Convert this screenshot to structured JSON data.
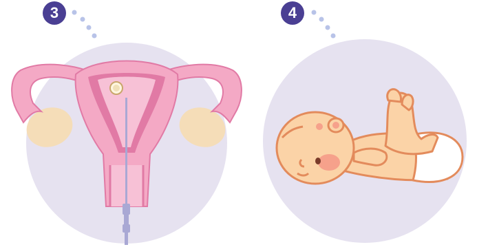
{
  "steps": [
    {
      "number": "3",
      "illustration": "uterus-embryo-transfer",
      "badge_color": "#4a3f93"
    },
    {
      "number": "4",
      "illustration": "newborn-baby",
      "badge_color": "#4a3f93"
    }
  ],
  "colors": {
    "circle_bg": "#e6e2f0",
    "uterus_pink": "#f4a9c5",
    "uterus_dark": "#e17aa5",
    "ovary": "#f5ddb8",
    "catheter": "#a9a8d4",
    "skin": "#fbd3a7",
    "skin_outline": "#e38b5c",
    "cheek": "#f6a18b",
    "dots": "#b8c3e8"
  }
}
